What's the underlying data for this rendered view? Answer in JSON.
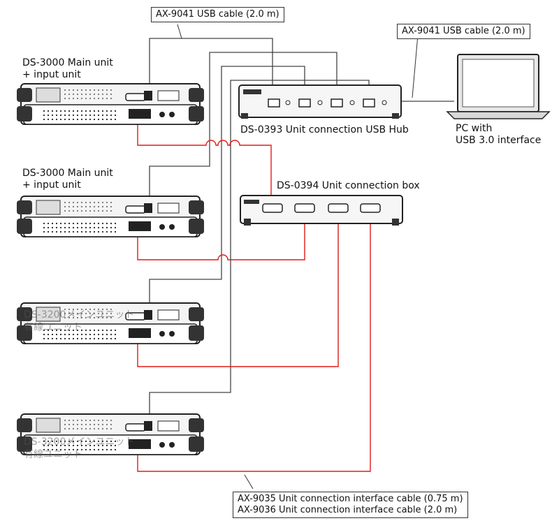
{
  "callouts": {
    "usb_cable_top": "AX-9041 USB cable (2.0 m)",
    "usb_cable_right": "AX-9041 USB cable (2.0 m)",
    "interface_cable_075": "AX-9035 Unit connection interface cable (0.75 m)",
    "interface_cable_20": "AX-9036 Unit connection interface cable (2.0 m)"
  },
  "units": [
    {
      "line1": "DS-3000 Main unit",
      "line2": "+ input unit"
    },
    {
      "line1": "DS-3000 Main unit",
      "line2": "+ input unit"
    },
    {
      "line1": "",
      "line2": ""
    },
    {
      "line1": "",
      "line2": ""
    }
  ],
  "ghost_text": [
    "DS-3200メインユニット",
    "有線ユニット",
    "DS-3200メインユニット",
    "有線ユニット"
  ],
  "hub_label": "DS-0393 Unit connection USB Hub",
  "box_label": "DS-0394 Unit connection box",
  "pc_label": {
    "line1": "PC with",
    "line2": "USB 3.0 interface"
  },
  "colors": {
    "usb_cable": "#444444",
    "interface_cable": "#e21b1b",
    "device_body": "#333333"
  }
}
